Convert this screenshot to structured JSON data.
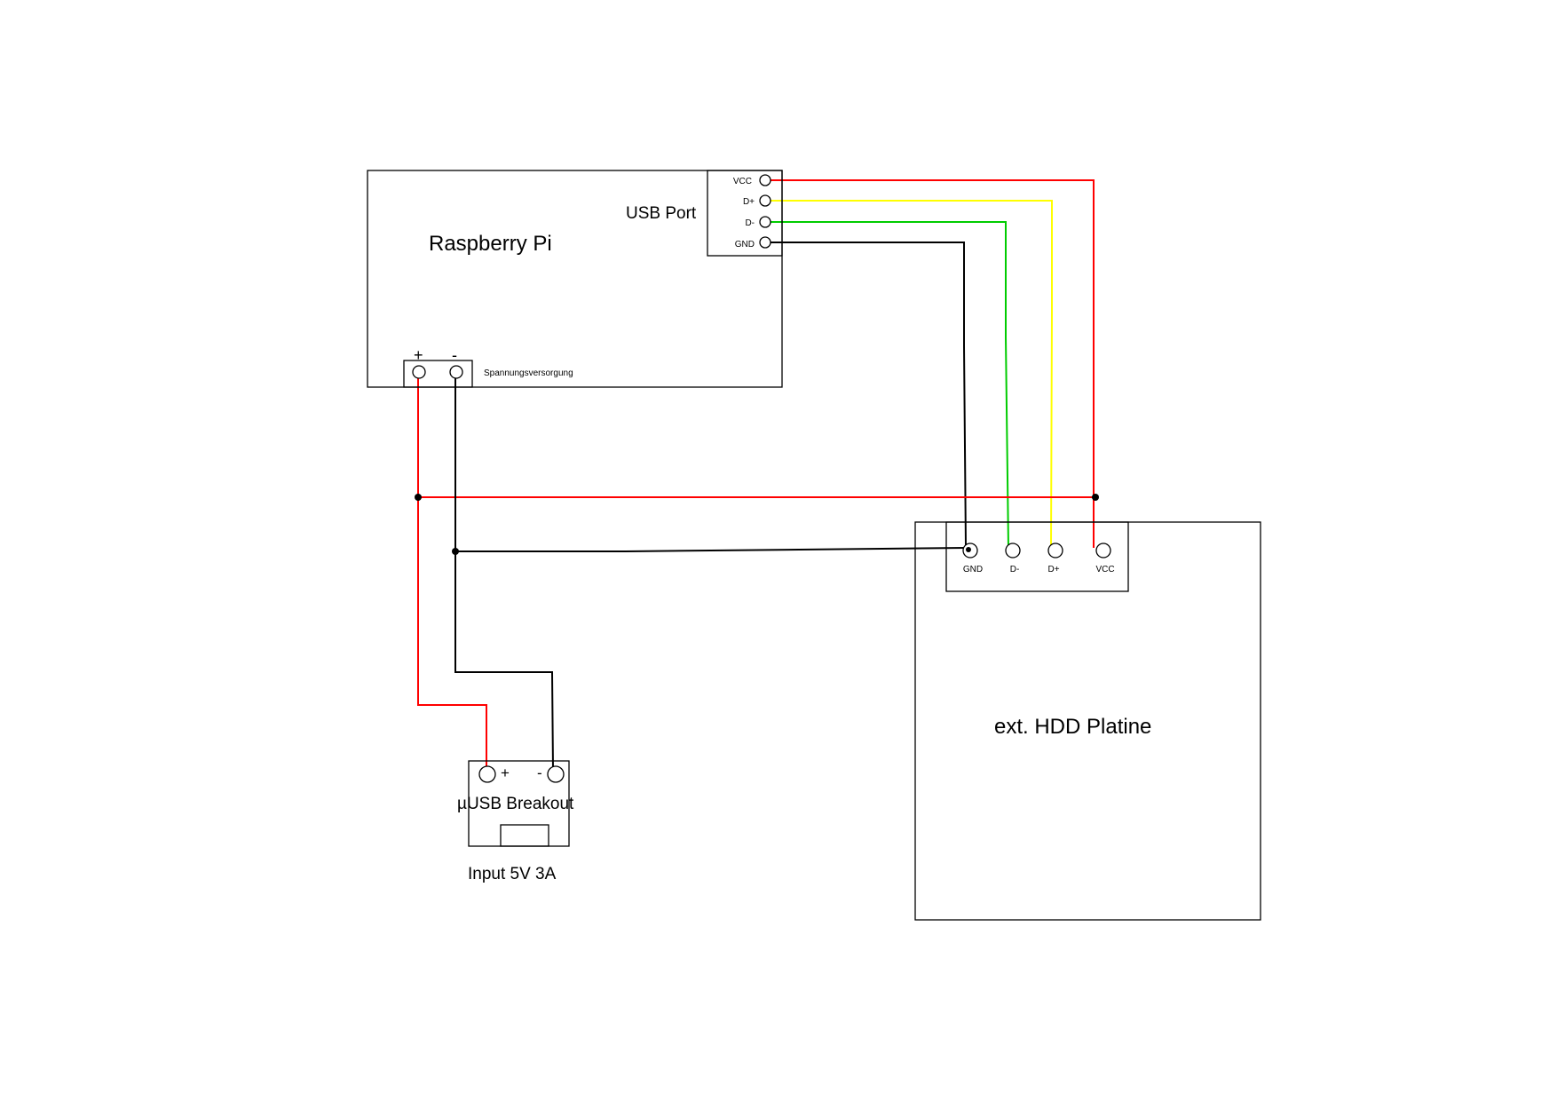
{
  "colors": {
    "vcc_wire": "#ff0000",
    "d_plus_wire": "#ffff00",
    "d_minus_wire": "#00cc00",
    "gnd_wire": "#000000"
  },
  "raspberry_pi": {
    "title": "Raspberry Pi",
    "usb_port": {
      "label": "USB Port",
      "pins": [
        "VCC",
        "D+",
        "D-",
        "GND"
      ]
    },
    "power": {
      "label": "Spannungsversorgung",
      "plus": "+",
      "minus": "-"
    }
  },
  "hdd": {
    "title": "ext. HDD Platine",
    "pins": [
      "GND",
      "D-",
      "D+",
      "VCC"
    ]
  },
  "breakout": {
    "title": "µUSB Breakout",
    "plus": "+",
    "minus": "-",
    "caption": "Input 5V 3A"
  }
}
